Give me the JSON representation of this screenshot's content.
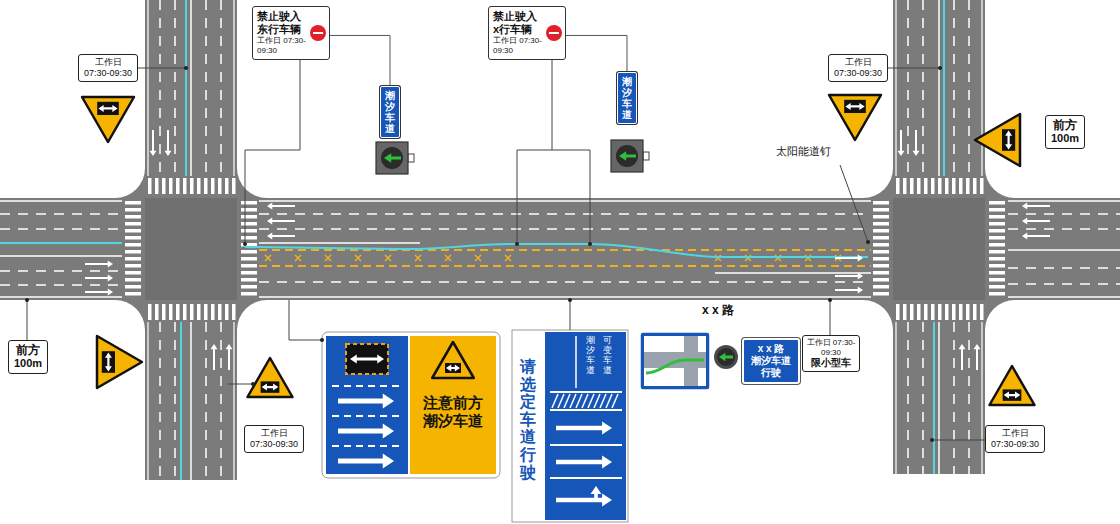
{
  "diagram": {
    "nodes": [
      {
        "text": [
          "禁止驶入 东行车辆",
          "工作日 07:30-09:30"
        ]
      },
      {
        "text": [
          "潮汐车道"
        ]
      },
      {
        "text": [
          "禁止驶入 x行车辆",
          "工作日 07:30-09:30"
        ]
      },
      {
        "text": [
          "潮汐车道"
        ]
      },
      {
        "text": [
          "工作日 07:30-09:30"
        ]
      },
      {
        "text": [
          "工作日 07:30-09:30"
        ]
      },
      {
        "text": [
          "前方",
          "100m"
        ]
      },
      {
        "text": [
          "前方",
          "100m"
        ]
      },
      {
        "text": [
          "工作日 07:30-09:30"
        ]
      },
      {
        "text": [
          "注意前方 潮汐车道"
        ]
      },
      {
        "text": [
          "潮汐车道",
          "可变车道",
          "请选定车道行驶"
        ]
      },
      {
        "text": [
          "x x 路",
          "潮汐车道",
          "行驶"
        ]
      },
      {
        "text": [
          "工作日 07:30-09:30",
          "限小型车"
        ]
      },
      {
        "text": [
          "工作日 07:30-09:30"
        ]
      }
    ],
    "edges": [
      {
        "from": 1,
        "to": 0,
        "arrow": "none"
      },
      {
        "from": 3,
        "to": 2,
        "arrow": "none"
      }
    ],
    "labels": [
      "太阳能道钉",
      "x x 路"
    ]
  }
}
